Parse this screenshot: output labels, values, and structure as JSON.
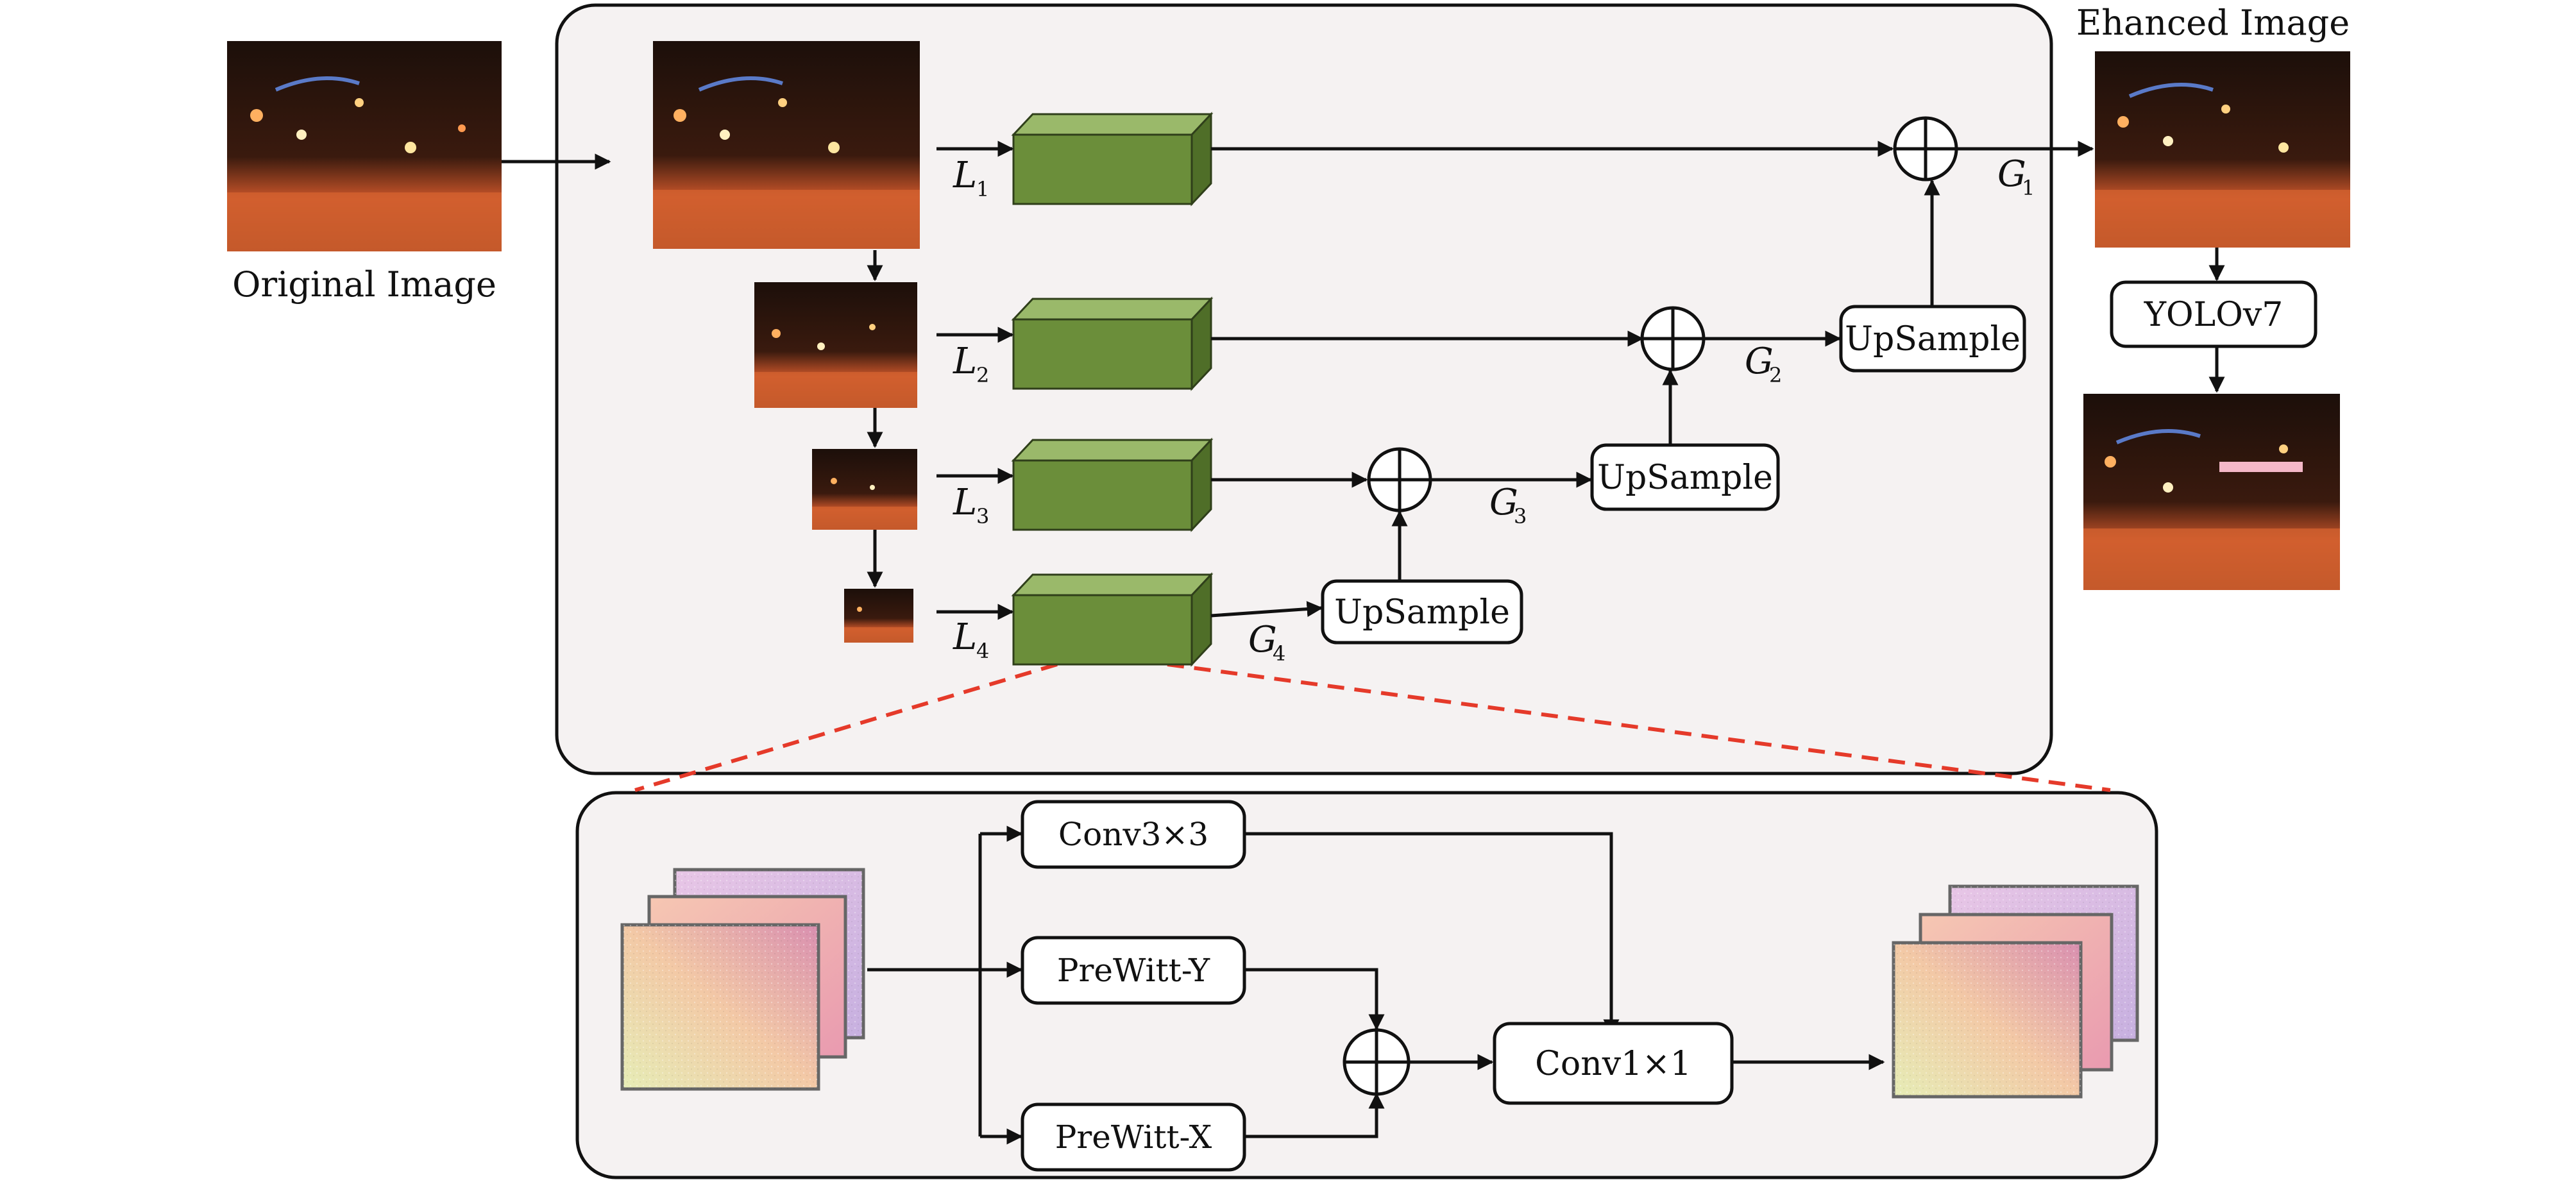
{
  "labels": {
    "original_image": "Original Image",
    "enhanced_image": "Ehanced Image",
    "yolo": "YOLOv7",
    "upsample": "UpSample",
    "conv3": "Conv3×3",
    "prewitt_y": "PreWitt-Y",
    "prewitt_x": "PreWitt-X",
    "conv1": "Conv1×1"
  },
  "levels": [
    {
      "l_letter": "L",
      "l_sub": "1",
      "g_letter": "G",
      "g_sub": "1"
    },
    {
      "l_letter": "L",
      "l_sub": "2",
      "g_letter": "G",
      "g_sub": "2"
    },
    {
      "l_letter": "L",
      "l_sub": "3",
      "g_letter": "G",
      "g_sub": "3"
    },
    {
      "l_letter": "L",
      "l_sub": "4",
      "g_letter": "G",
      "g_sub": "4"
    }
  ],
  "colors": {
    "block_front": "#6b8e3a",
    "block_top": "#9ab96a",
    "block_side": "#4f6e28",
    "panel_fill": "#f5f2f2",
    "dashed_line": "#e53a2a"
  }
}
